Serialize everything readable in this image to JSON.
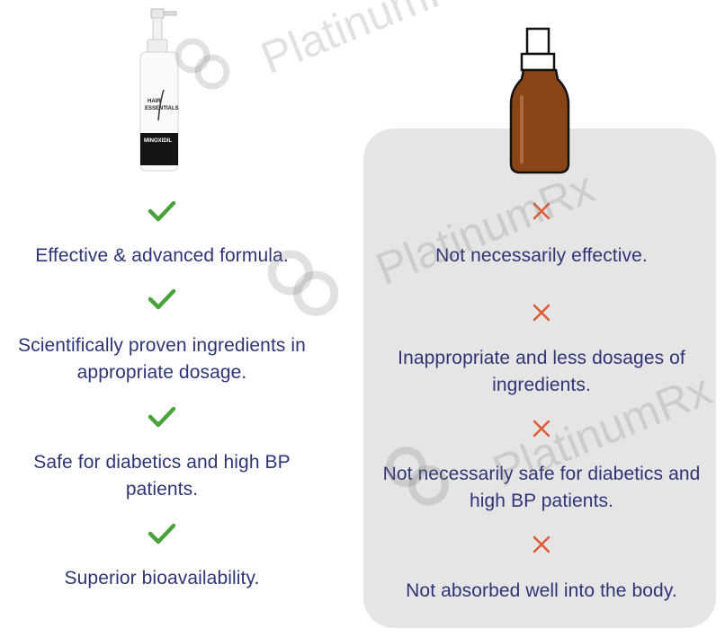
{
  "left": {
    "product_text": {
      "line1": "HAIR",
      "line2": "ESSENTIALS",
      "line3": "MINOXIDIL"
    },
    "items": [
      {
        "text": "Effective & advanced formula.",
        "icon": "check-icon"
      },
      {
        "text": "Scientifically proven ingredients in appropriate dosage.",
        "icon": "check-icon"
      },
      {
        "text": "Safe for diabetics and high BP patients.",
        "icon": "check-icon"
      },
      {
        "text": "Superior bioavailability.",
        "icon": "check-icon"
      }
    ]
  },
  "right": {
    "items": [
      {
        "text": "Not necessarily effective.",
        "icon": "cross-icon"
      },
      {
        "text": "Inappropriate and less dosages of ingredients.",
        "icon": "cross-icon"
      },
      {
        "text": "Not necessarily safe for diabetics and high BP patients.",
        "icon": "cross-icon"
      },
      {
        "text": "Not absorbed well into the body.",
        "icon": "cross-icon"
      }
    ]
  },
  "watermark": {
    "text": "PlatinumRx"
  },
  "colors": {
    "check": "#4aa33a",
    "cross": "#e05a32",
    "text": "#2e3577",
    "panel": "#e5e5e5",
    "bottle": "#8a4516"
  }
}
